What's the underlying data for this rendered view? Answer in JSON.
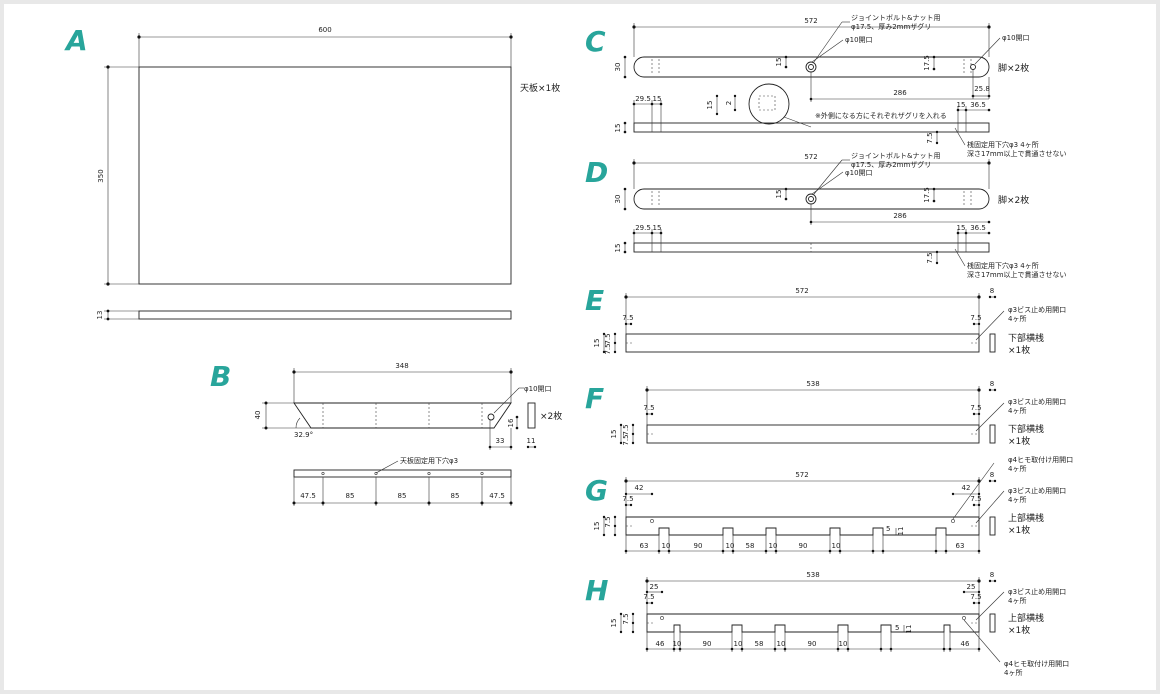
{
  "parts": {
    "A": {
      "letter": "A",
      "w": "600",
      "h": "350",
      "t": "13",
      "label": "天板×1枚"
    },
    "B": {
      "letter": "B",
      "w": "348",
      "h": "40",
      "angle": "32.9°",
      "hole": "φ10開口",
      "d16": "16",
      "d33": "33",
      "d11": "11",
      "label": "×2枚",
      "note": "天板固定用下穴φ3",
      "spacing": [
        "47.5",
        "85",
        "85",
        "85",
        "47.5"
      ]
    },
    "C": {
      "letter": "C",
      "w": "572",
      "h": "30",
      "bolt": [
        "ジョイントボルト&ナット用",
        "φ17.5、厚み2mmザグリ"
      ],
      "hole_c": "φ10開口",
      "hole_r": "φ10開口",
      "d15": "15",
      "d17_5": "17.5",
      "d25_8": "25.8",
      "d286": "286",
      "label": "脚×2枚",
      "d29_5": "29.5",
      "d15b": "15",
      "d15c": "15",
      "d36_5": "36.5",
      "d15d": "15",
      "d2": "2",
      "d15e": "15",
      "note_outer": "※外側になる方にそれぞれザグリを入れる",
      "d7_5": "7.5",
      "note_hole": [
        "桟固定用下穴φ3 4ヶ所",
        "深さ17mm以上で貫通させない"
      ]
    },
    "D": {
      "letter": "D",
      "w": "572",
      "h": "30",
      "bolt": [
        "ジョイントボルト&ナット用",
        "φ17.5、厚み2mmザグリ"
      ],
      "hole_c": "φ10開口",
      "d15": "15",
      "d17_5": "17.5",
      "d286": "286",
      "label": "脚×2枚",
      "d29_5": "29.5",
      "d15b": "15",
      "d15c": "15",
      "d36_5": "36.5",
      "d15d": "15",
      "d7_5": "7.5",
      "note_hole": [
        "桟固定用下穴φ3 4ヶ所",
        "深さ17mm以上で貫通させない"
      ]
    },
    "E": {
      "letter": "E",
      "w": "572",
      "d8": "8",
      "d7_5a": "7.5",
      "d7_5b": "7.5",
      "d15": "15",
      "d7_5c": "7.5",
      "d7_5d": "7.5",
      "note": [
        "φ3ビス止め用開口",
        "4ヶ所"
      ],
      "label": [
        "下部横桟",
        "×1枚"
      ]
    },
    "F": {
      "letter": "F",
      "w": "538",
      "d8": "8",
      "d7_5a": "7.5",
      "d7_5b": "7.5",
      "d15": "15",
      "d7_5c": "7.5",
      "d7_5d": "7.5",
      "note": [
        "φ3ビス止め用開口",
        "4ヶ所"
      ],
      "label": [
        "下部横桟",
        "×1枚"
      ]
    },
    "G": {
      "letter": "G",
      "w": "572",
      "d8": "8",
      "d42a": "42",
      "d42b": "42",
      "d7_5a": "7.5",
      "d7_5b": "7.5",
      "d15": "15",
      "d7_5c": "7.5",
      "d5": "5",
      "d11": "11",
      "note_top": [
        "φ4ヒモ取付け用開口",
        "4ヶ所"
      ],
      "note": [
        "φ3ビス止め用開口",
        "4ヶ所"
      ],
      "label": [
        "上部横桟",
        "×1枚"
      ],
      "spacing": [
        "63",
        "10",
        "90",
        "10",
        "58",
        "10",
        "90",
        "10",
        "63"
      ]
    },
    "H": {
      "letter": "H",
      "w": "538",
      "d8": "8",
      "d25a": "25",
      "d25b": "25",
      "d7_5a": "7.5",
      "d7_5b": "7.5",
      "d15": "15",
      "d7_5c": "7.5",
      "d5": "5",
      "d11": "11",
      "note": [
        "φ3ビス止め用開口",
        "4ヶ所"
      ],
      "note_bot": [
        "φ4ヒモ取付け用開口",
        "4ヶ所"
      ],
      "label": [
        "上部横桟",
        "×1枚"
      ],
      "spacing": [
        "46",
        "10",
        "90",
        "10",
        "58",
        "10",
        "90",
        "10",
        "46"
      ]
    }
  }
}
